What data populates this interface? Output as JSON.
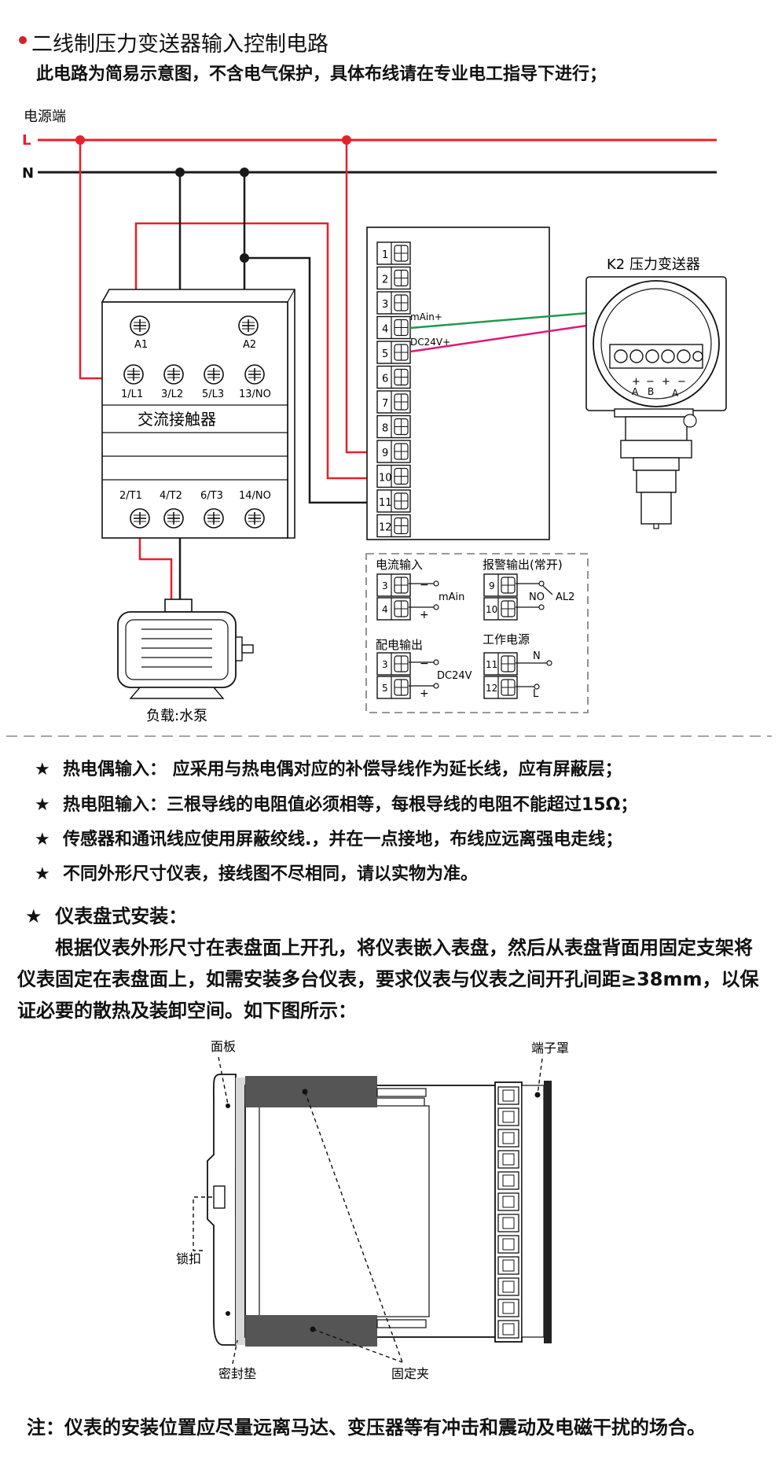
{
  "header": {
    "title": "二线制压力变送器输入控制电路",
    "subtitle": "此电路为简易示意图，不含电气保护，具体布线请在专业电工指导下进行；"
  },
  "wiring": {
    "power_label": "电源端",
    "line_L": "L",
    "line_N": "N",
    "contactor": {
      "name": "交流接触器",
      "coil_terminals": [
        "A1",
        "A2"
      ],
      "top_terminals": [
        "1/L1",
        "3/L2",
        "5/L3",
        "13/NO"
      ],
      "bottom_terminals": [
        "2/T1",
        "4/T2",
        "6/T3",
        "14/NO"
      ]
    },
    "meter_terminals": [
      "1",
      "2",
      "3",
      "4",
      "5",
      "6",
      "7",
      "8",
      "9",
      "10",
      "11",
      "12"
    ],
    "meter_labels": {
      "t4": "mAin+",
      "t5": "DC24V+"
    },
    "transmitter": {
      "title": "K2 压力变送器",
      "labels": [
        "A",
        "B",
        "A"
      ]
    },
    "load_label": "负载:水泵",
    "legend": {
      "current_input": {
        "title": "电流输入",
        "terminals": [
          "3",
          "4"
        ],
        "signal": "mAin"
      },
      "alarm_output": {
        "title": "报警输出(常开)",
        "terminals": [
          "9",
          "10"
        ],
        "no": "NO",
        "al": "AL2"
      },
      "power_out": {
        "title": "配电输出",
        "terminals": [
          "3",
          "5"
        ],
        "signal": "DC24V"
      },
      "work_power": {
        "title": "工作电源",
        "terminals": [
          "11",
          "12"
        ],
        "n": "N",
        "l": "L"
      }
    },
    "colors": {
      "live": "#e8202a",
      "neutral": "#1a1a1a",
      "signal_green": "#1f9a4e",
      "signal_pink": "#e0177b",
      "bullet": "#d42027"
    }
  },
  "notes": [
    "热电偶输入： 应采用与热电偶对应的补偿导线作为延长线，应有屏蔽层；",
    "热电阻输入：三根导线的电阻值必须相等，每根导线的电阻不能超过15Ω；",
    "传感器和通讯线应使用屏蔽绞线.，并在一点接地，布线应远离强电走线；",
    "不同外形尺寸仪表，接线图不尽相同，请以实物为准。"
  ],
  "star": "★",
  "install": {
    "title": "仪表盘式安装：",
    "paragraph": "根据仪表外形尺寸在表盘面上开孔，将仪表嵌入表盘，然后从表盘背面用固定支架将仪表固定在表盘面上，如需安装多台仪表，要求仪表与仪表之间开孔间距≥38mm，以保证必要的散热及装卸空间。如下图所示：",
    "labels": {
      "panel": "面板",
      "terminal_cover": "端子罩",
      "lock": "锁扣",
      "gasket": "密封垫",
      "clip": "固定夹"
    }
  },
  "footer_note": "注：仪表的安装位置应尽量远离马达、变压器等有冲击和震动及电磁干扰的场合。"
}
